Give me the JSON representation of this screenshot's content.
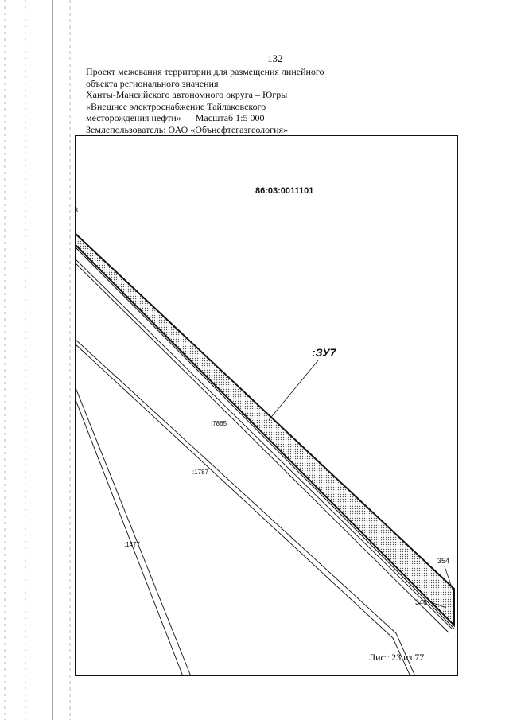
{
  "document": {
    "page_number": "132",
    "header_lines": [
      "Проект межевания территории для размещения линейного",
      "объекта регионального значения",
      "Ханты-Мансийского автономного округа – Югры",
      "«Внешнее электроснабжение Тайлаковского",
      "месторождения нефти»      Масштаб 1:5 000",
      "Землепользователь: ОАО «Обънефтегазгеология»"
    ]
  },
  "map": {
    "cadastral_quarter": "86:03:0011101",
    "parcel_label": ":ЗУ7",
    "parcel_labels": [
      ":7865",
      ":1787",
      ":1477"
    ],
    "point_labels": [
      "3",
      "354",
      "346"
    ],
    "sheet_label": "Лист 23 из 77",
    "colors": {
      "line": "#111111",
      "hatch_dots": "#555555"
    }
  }
}
